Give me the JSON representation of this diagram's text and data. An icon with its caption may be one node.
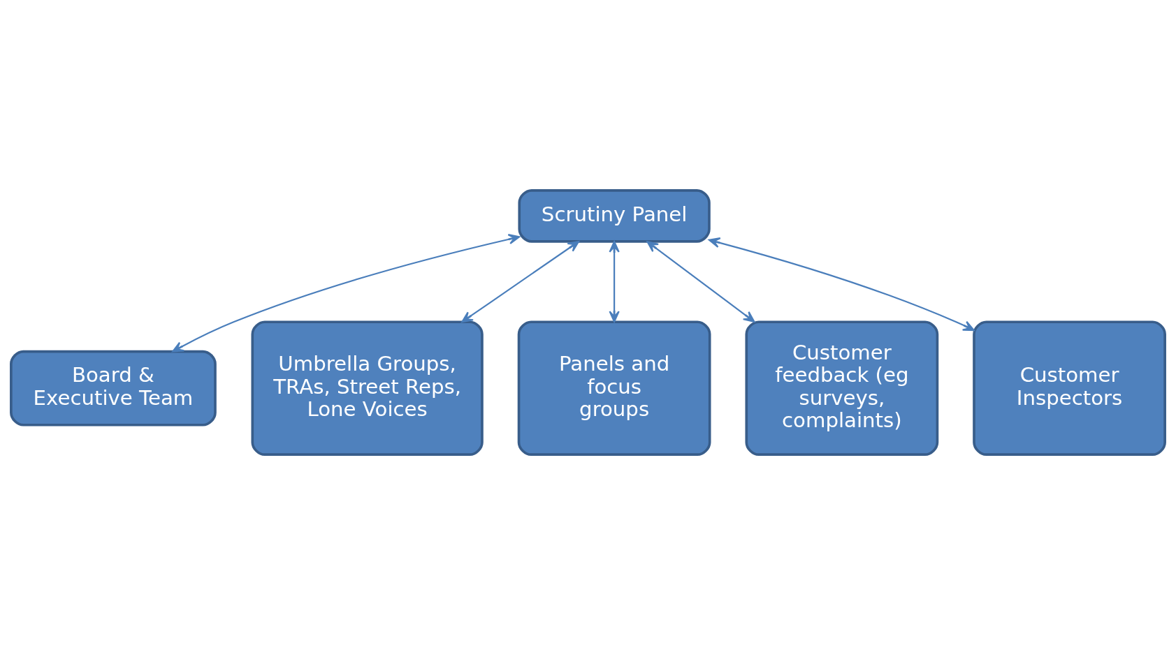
{
  "diagram": {
    "nodes": [
      {
        "text": [
          "Board & Executive Team"
        ]
      },
      {
        "text": [
          "Scrutiny Panel"
        ]
      },
      {
        "text": [
          "Umbrella Groups, TRAs, Street Reps, Lone Voices"
        ]
      },
      {
        "text": [
          "Panels and focus groups"
        ]
      },
      {
        "text": [
          "Customer feedback (eg surveys, complaints)"
        ]
      },
      {
        "text": [
          "Customer Inspectors"
        ]
      }
    ],
    "edges": [
      {
        "from": 1,
        "to": 0,
        "arrow": "both"
      },
      {
        "from": 1,
        "to": 2,
        "arrow": "both"
      },
      {
        "from": 1,
        "to": 3,
        "arrow": "both"
      },
      {
        "from": 1,
        "to": 4,
        "arrow": "both"
      },
      {
        "from": 1,
        "to": 5,
        "arrow": "both"
      }
    ]
  }
}
